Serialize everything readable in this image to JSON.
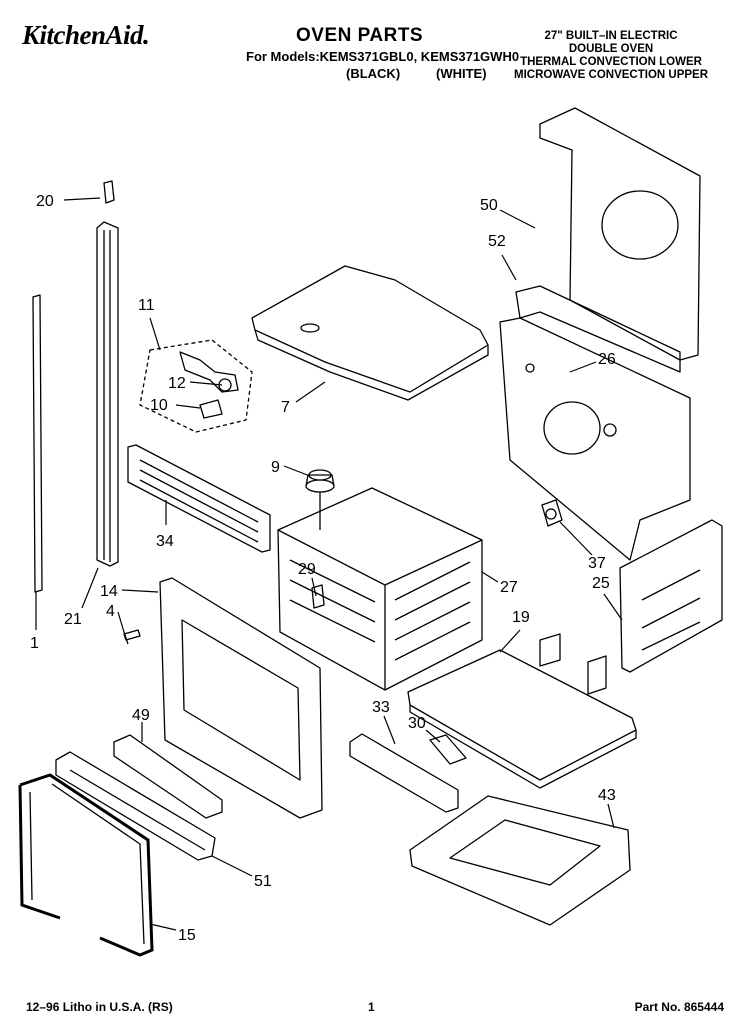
{
  "header": {
    "brand": "KitchenAid.",
    "title": "OVEN PARTS",
    "models": "For Models:KEMS371GBL0, KEMS371GWH0",
    "color_black": "(BLACK)",
    "color_white": "(WHITE)",
    "description": [
      "27\" BUILT–IN ELECTRIC",
      "DOUBLE OVEN",
      "THERMAL CONVECTION LOWER",
      "MICROWAVE CONVECTION UPPER"
    ]
  },
  "callouts": [
    "20",
    "11",
    "12",
    "10",
    "7",
    "9",
    "34",
    "14",
    "4",
    "21",
    "1",
    "29",
    "27",
    "49",
    "33",
    "30",
    "19",
    "15",
    "51",
    "43",
    "50",
    "52",
    "26",
    "37",
    "25"
  ],
  "footer": {
    "left": "12–96 Litho in U.S.A. (RS)",
    "page": "1",
    "part_no": "Part No. 865444"
  }
}
